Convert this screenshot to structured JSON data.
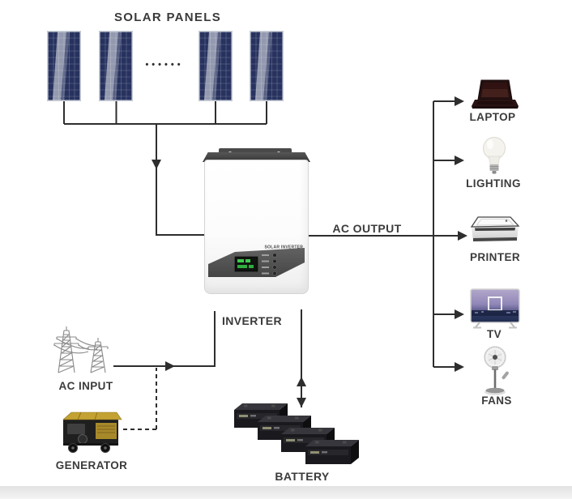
{
  "solar": {
    "label": "SOLAR PANELS",
    "ellipsis": "••••••"
  },
  "inverter": {
    "label": "INVERTER",
    "brand": "SOLAR INVERTER"
  },
  "ac_output": {
    "label": "AC OUTPUT"
  },
  "ac_input": {
    "label": "AC INPUT"
  },
  "generator": {
    "label": "GENERATOR"
  },
  "battery": {
    "label": "BATTERY"
  },
  "devices": [
    {
      "id": "laptop",
      "label": "LAPTOP"
    },
    {
      "id": "lighting",
      "label": "LIGHTING"
    },
    {
      "id": "printer",
      "label": "PRINTER"
    },
    {
      "id": "tv",
      "label": "TV"
    },
    {
      "id": "fans",
      "label": "FANS"
    }
  ],
  "colors": {
    "line": "#2e2e2e",
    "label_text": "#3b3b3b",
    "panel_blue": "#27325f",
    "lcd_green": "#3ec94e",
    "generator_yellow": "#c3a233"
  }
}
